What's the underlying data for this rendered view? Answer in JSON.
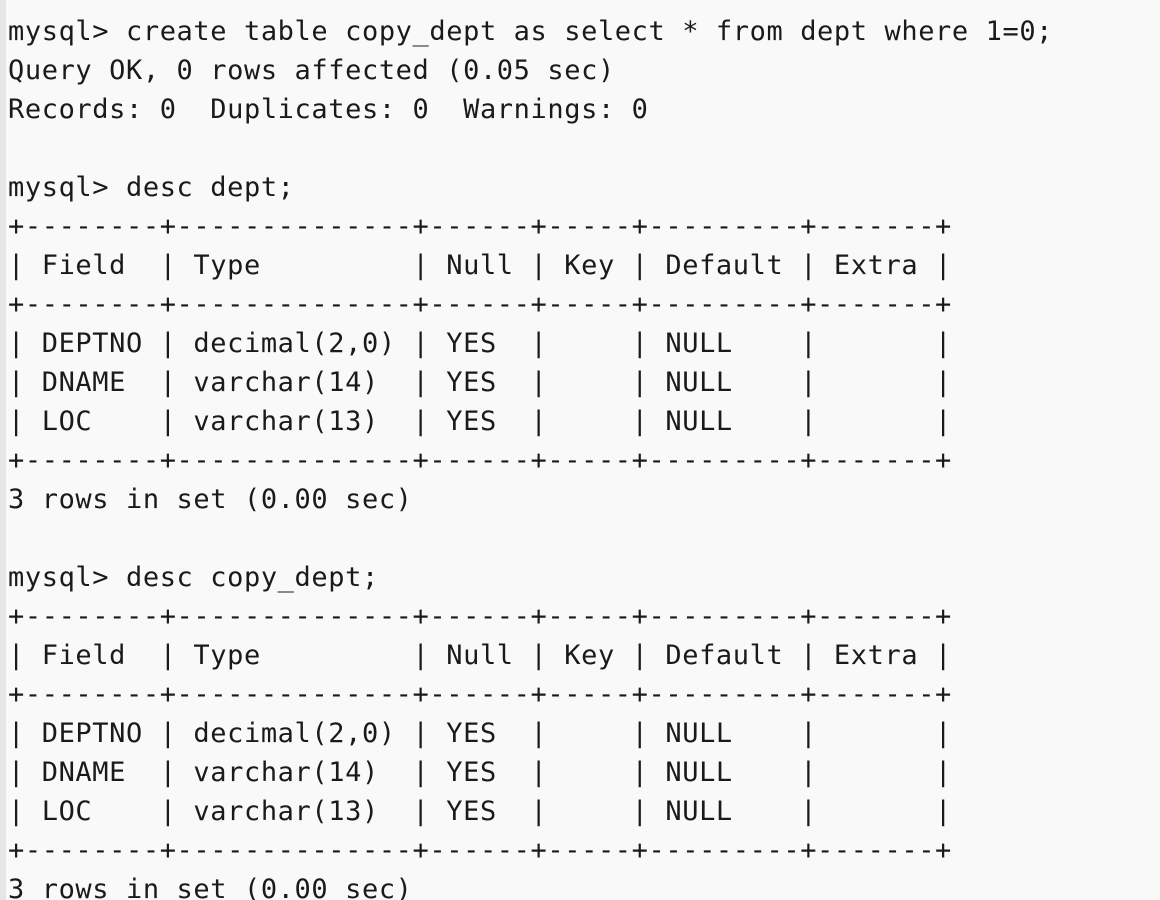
{
  "terminal": {
    "lines": [
      {
        "kind": "command",
        "text": "mysql> create table copy_dept as select * from dept where 1=0;"
      },
      {
        "kind": "output",
        "text": "Query OK, 0 rows affected (0.05 sec)"
      },
      {
        "kind": "output",
        "text": "Records: 0  Duplicates: 0  Warnings: 0"
      },
      {
        "kind": "blank",
        "text": ""
      },
      {
        "kind": "command",
        "text": "mysql> desc dept;"
      },
      {
        "kind": "table-border",
        "text": "+--------+--------------+------+-----+---------+-------+"
      },
      {
        "kind": "table-header",
        "text": "| Field  | Type         | Null | Key | Default | Extra |"
      },
      {
        "kind": "table-border",
        "text": "+--------+--------------+------+-----+---------+-------+"
      },
      {
        "kind": "table-row",
        "text": "| DEPTNO | decimal(2,0) | YES  |     | NULL    |       |"
      },
      {
        "kind": "table-row",
        "text": "| DNAME  | varchar(14)  | YES  |     | NULL    |       |"
      },
      {
        "kind": "table-row",
        "text": "| LOC    | varchar(13)  | YES  |     | NULL    |       |"
      },
      {
        "kind": "table-border",
        "text": "+--------+--------------+------+-----+---------+-------+"
      },
      {
        "kind": "output",
        "text": "3 rows in set (0.00 sec)"
      },
      {
        "kind": "blank",
        "text": ""
      },
      {
        "kind": "command",
        "text": "mysql> desc copy_dept;"
      },
      {
        "kind": "table-border",
        "text": "+--------+--------------+------+-----+---------+-------+"
      },
      {
        "kind": "table-header",
        "text": "| Field  | Type         | Null | Key | Default | Extra |"
      },
      {
        "kind": "table-border",
        "text": "+--------+--------------+------+-----+---------+-------+"
      },
      {
        "kind": "table-row",
        "text": "| DEPTNO | decimal(2,0) | YES  |     | NULL    |       |"
      },
      {
        "kind": "table-row",
        "text": "| DNAME  | varchar(14)  | YES  |     | NULL    |       |"
      },
      {
        "kind": "table-row",
        "text": "| LOC    | varchar(13)  | YES  |     | NULL    |       |"
      },
      {
        "kind": "table-border",
        "text": "+--------+--------------+------+-----+---------+-------+"
      },
      {
        "kind": "output",
        "text": "3 rows in set (0.00 sec)"
      }
    ]
  },
  "colors": {
    "background": "#f9f9f9",
    "text": "#1a1a1a"
  }
}
